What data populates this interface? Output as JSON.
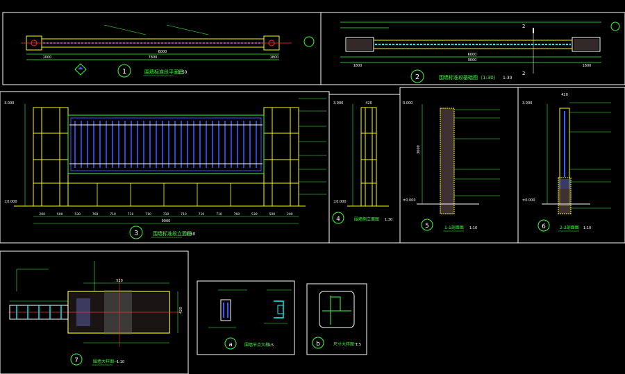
{
  "drawing": {
    "panel_frame_color": "#ffffff",
    "accent_colors": {
      "yellow": "#ffff00",
      "cyan": "#00ffff",
      "green": "#3cff3c",
      "red": "#ff3030",
      "blue": "#3a5bff",
      "magenta": "#ff40ff"
    }
  },
  "views": {
    "v1": {
      "number": "1",
      "title": "围墙标准段平面图",
      "scale": "1:50",
      "overall_dim": "6000",
      "dims": [
        "1000",
        "7800",
        "1800"
      ]
    },
    "v2": {
      "number": "2",
      "title": "围墙标准段基础图（1:30）",
      "scale": "1:30",
      "overall_dim": "9000",
      "dims": [
        "1800",
        "6000",
        "1800"
      ],
      "cut_a": "2",
      "cut_b": "2"
    },
    "v3": {
      "number": "3",
      "title": "围墙标准段立面图",
      "scale": "1:50",
      "overall_dim": "9000",
      "elev_top": "3.000",
      "elev_bottom": "±0.000",
      "bottom_dims": [
        "200",
        "500",
        "530",
        "760",
        "710",
        "710",
        "710",
        "710",
        "710",
        "710",
        "710",
        "760",
        "530",
        "500",
        "200"
      ]
    },
    "v4": {
      "number": "4",
      "title": "围墙侧立面图",
      "scale": "1:30",
      "elev_top": "3.000",
      "elev_bottom": "±0.000",
      "top_dim": "420"
    },
    "v5": {
      "number": "5",
      "title": "1-1剖面图",
      "scale": "1:10",
      "elev_top": "3.000",
      "elev_bottom": "±0.000",
      "side_dim": "3000"
    },
    "v6": {
      "number": "6",
      "title": "2-2剖面图",
      "scale": "1:10",
      "elev_top": "3.000",
      "elev_bottom": "±0.000",
      "top_dim": "420"
    },
    "v7": {
      "number": "7",
      "title": "围墙大样图一",
      "scale": "1:10",
      "center_dim": "520",
      "side_dim": "420"
    },
    "va": {
      "number": "a",
      "title": "围墙节点大样",
      "scale": "1:5"
    },
    "vb": {
      "number": "b",
      "title": "尺寸大样图一",
      "scale": "1:5"
    }
  }
}
